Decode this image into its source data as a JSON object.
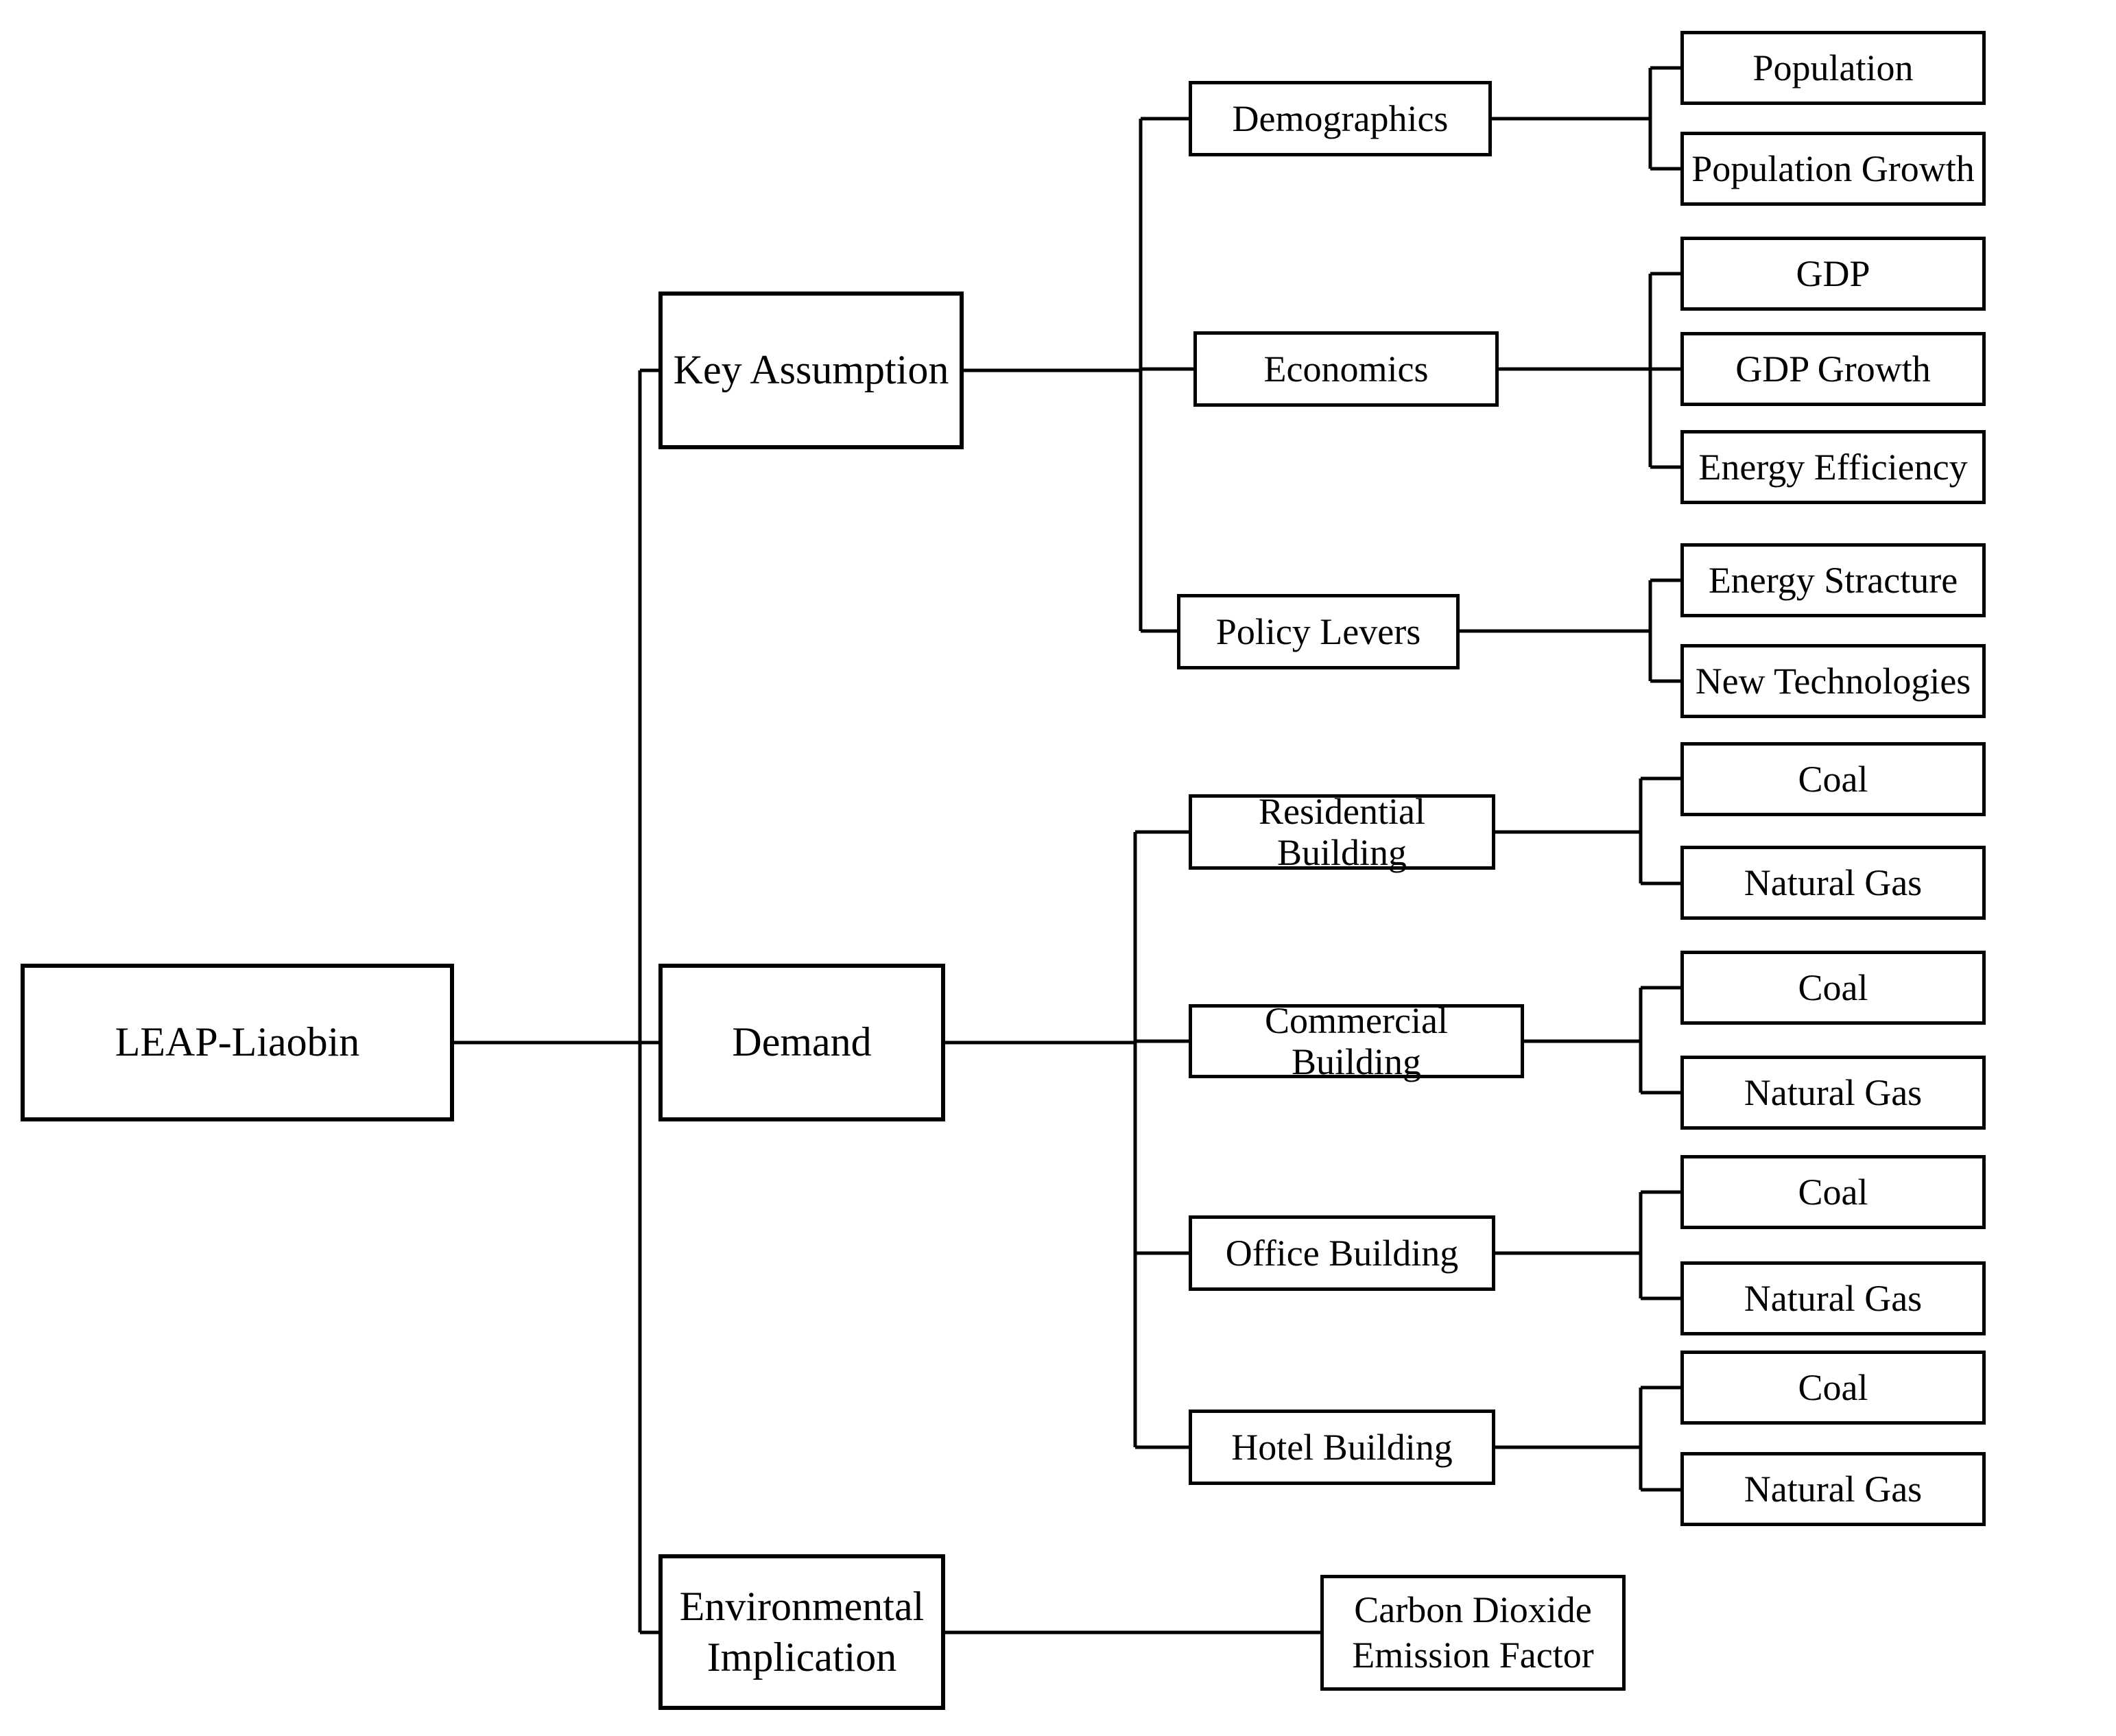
{
  "diagram": {
    "title": "LEAP-Liaobin model structure",
    "type": "hierarchy-tree",
    "orientation": "left-to-right",
    "colors": {
      "box_border": "#000000",
      "box_fill": "#ffffff",
      "connector": "#000000",
      "text": "#000000"
    },
    "root": {
      "label": "LEAP-Liaobin"
    },
    "branches": [
      {
        "label": "Key Assumption",
        "children": [
          {
            "label": "Demographics",
            "children": [
              {
                "label": "Population"
              },
              {
                "label": "Population Growth"
              }
            ]
          },
          {
            "label": "Economics",
            "children": [
              {
                "label": "GDP"
              },
              {
                "label": "GDP Growth"
              },
              {
                "label": "Energy Efficiency"
              }
            ]
          },
          {
            "label": "Policy Levers",
            "children": [
              {
                "label": "Energy Stracture"
              },
              {
                "label": "New Technologies"
              }
            ]
          }
        ]
      },
      {
        "label": "Demand",
        "children": [
          {
            "label": "Residential Building",
            "children": [
              {
                "label": "Coal"
              },
              {
                "label": "Natural Gas"
              }
            ]
          },
          {
            "label": "Commercial Building",
            "children": [
              {
                "label": "Coal"
              },
              {
                "label": "Natural Gas"
              }
            ]
          },
          {
            "label": "Office Building",
            "children": [
              {
                "label": "Coal"
              },
              {
                "label": "Natural Gas"
              }
            ]
          },
          {
            "label": "Hotel Building",
            "children": [
              {
                "label": "Coal"
              },
              {
                "label": "Natural Gas"
              }
            ]
          }
        ]
      },
      {
        "label": "Environmental Implication",
        "label_line1": "Environmental",
        "label_line2": "Implication",
        "children": [
          {
            "label": "Carbon Dioxide Emission Factor",
            "label_line1": "Carbon Dioxide",
            "label_line2": "Emission Factor"
          }
        ]
      }
    ]
  }
}
